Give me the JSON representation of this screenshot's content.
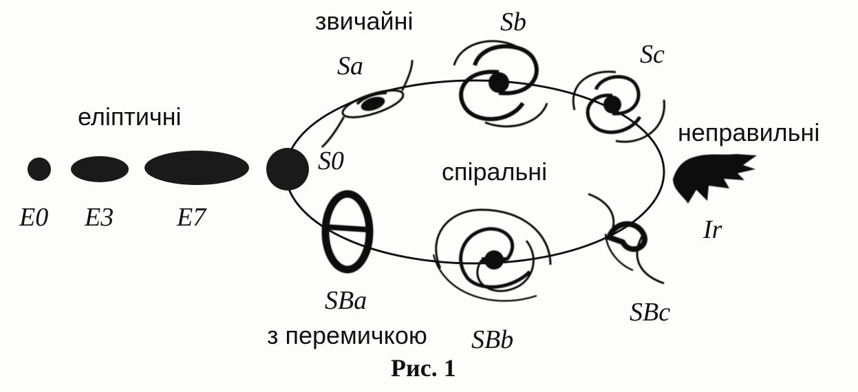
{
  "group_labels": {
    "elliptical": "еліптичні",
    "normal": "звичайні",
    "spiral": "спіральні",
    "irregular": "неправильні",
    "barred": "з перемичкою"
  },
  "class_codes": {
    "E0": "E0",
    "E3": "E3",
    "E7": "E7",
    "S0": "S0",
    "Sa": "Sa",
    "Sb": "Sb",
    "Sc": "Sc",
    "Ir": "Ir",
    "SBa": "SBa",
    "SBb": "SBb",
    "SBc": "SBc"
  },
  "caption": "Рис. 1",
  "colors": {
    "ink": "#111111",
    "paper": "#fdfdfb"
  }
}
